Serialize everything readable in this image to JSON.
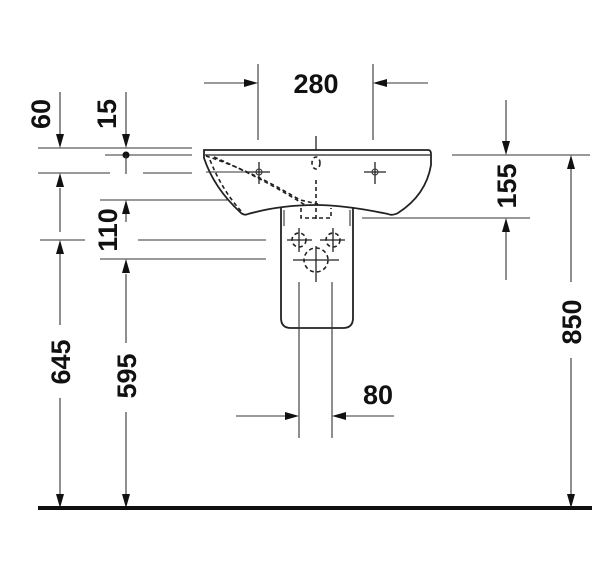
{
  "drawing": {
    "title": "Washbasin with semi-pedestal dimension drawing",
    "units": "mm",
    "colors": {
      "line": "#222222",
      "background": "#ffffff"
    }
  },
  "dimensions": {
    "tap_hole_spacing": "280",
    "top_offset": "60",
    "tap_hole_offset": "15",
    "basin_depth": "155",
    "pedestal_offset": "110",
    "rim_height": "850",
    "overflow_height": "645",
    "drain_height": "595",
    "pedestal_waste_spacing": "80"
  }
}
